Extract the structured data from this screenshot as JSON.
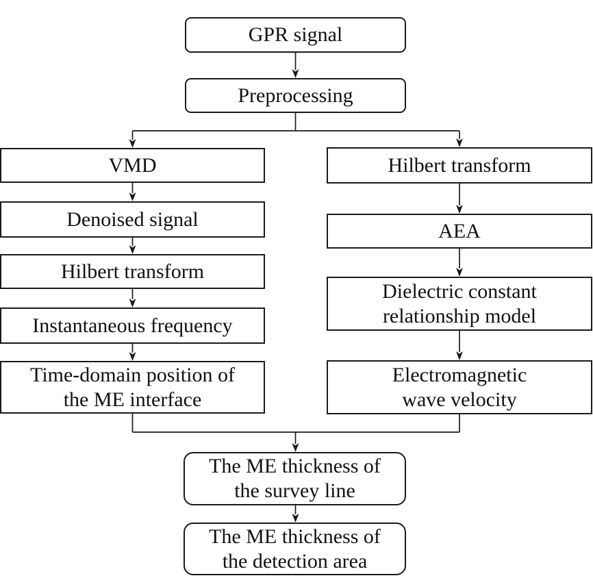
{
  "colors": {
    "line": "#1a1a1a",
    "text": "#111111",
    "boxbg": "#ffffff",
    "pagebg": "#ffffff"
  },
  "nodes": {
    "gpr": {
      "lines": [
        "GPR signal"
      ]
    },
    "preprocessing": {
      "lines": [
        "Preprocessing"
      ]
    },
    "vmd": {
      "lines": [
        "VMD"
      ]
    },
    "denoised": {
      "lines": [
        "Denoised signal"
      ]
    },
    "hilbert_left": {
      "lines": [
        "Hilbert transform"
      ]
    },
    "inst_freq": {
      "lines": [
        "Instantaneous frequency"
      ]
    },
    "time_domain": {
      "lines": [
        "Time-domain position of",
        "the ME interface"
      ]
    },
    "hilbert_right": {
      "lines": [
        "Hilbert transform"
      ]
    },
    "aea": {
      "lines": [
        "AEA"
      ]
    },
    "dielectric": {
      "lines": [
        "Dielectric constant",
        "relationship model"
      ]
    },
    "em_velocity": {
      "lines": [
        "Electromagnetic",
        "wave velocity"
      ]
    },
    "survey": {
      "lines": [
        "The ME thickness of",
        "the survey line"
      ]
    },
    "detection": {
      "lines": [
        "The ME thickness of",
        "the detection area"
      ]
    }
  }
}
